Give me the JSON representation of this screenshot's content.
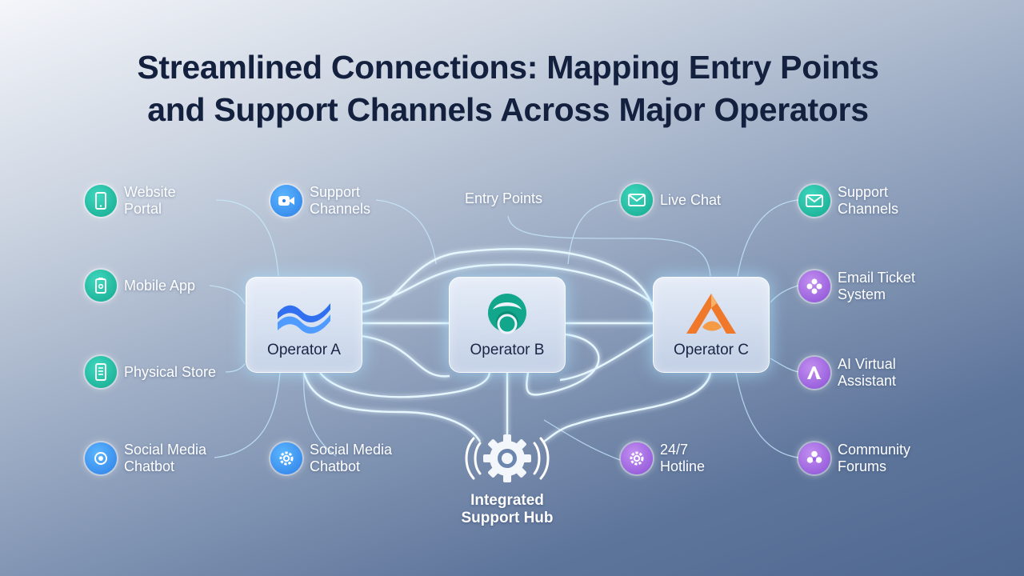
{
  "title": {
    "line1": "Streamlined Connections: Mapping Entry Points",
    "line2": "and Support Channels Across Major Operators"
  },
  "nodes": {
    "website_portal": {
      "line1": "Website",
      "line2": "Portal",
      "icon": "smartphone-icon",
      "color": "#1fb89e"
    },
    "mobile_app": {
      "line1": "Mobile App",
      "icon": "mobile-app-icon",
      "color": "#1fb89e"
    },
    "physical_store": {
      "line1": "Physical Store",
      "icon": "store-terminal-icon",
      "color": "#1fb89e"
    },
    "social_chatbot_left": {
      "line1": "Social Media",
      "line2": "Chatbot",
      "icon": "camera-icon",
      "color": "#3b8ff0"
    },
    "support_channels_left": {
      "line1": "Support",
      "line2": "Channels",
      "icon": "video-chat-icon",
      "color": "#3b8ff0"
    },
    "social_chatbot_center": {
      "line1": "Social Media",
      "line2": "Chatbot",
      "icon": "gear-icon",
      "color": "#3b8ff0"
    },
    "entry_points": {
      "label": "Entry Points"
    },
    "live_chat": {
      "line1": "Live Chat",
      "icon": "envelope-icon",
      "color": "#1fb89e"
    },
    "hotline": {
      "line1": "24/7",
      "line2": "Hotline",
      "icon": "gear-icon",
      "color": "#9a5fe0"
    },
    "support_channels_right": {
      "line1": "Support",
      "line2": "Channels",
      "icon": "envelope-icon",
      "color": "#1fb89e"
    },
    "email_ticket": {
      "line1": "Email Ticket",
      "line2": "System",
      "icon": "ticket-icon",
      "color": "#9a5fe0"
    },
    "ai_assistant": {
      "line1": "AI Virtual",
      "line2": "Assistant",
      "icon": "ai-assistant-icon",
      "color": "#9a5fe0"
    },
    "community_forums": {
      "line1": "Community",
      "line2": "Forums",
      "icon": "forum-icon",
      "color": "#9a5fe0"
    }
  },
  "operators": [
    {
      "name": "Operator A",
      "logo": "wave-logo-icon",
      "color": "#2f6ff0"
    },
    {
      "name": "Operator B",
      "logo": "circle-person-logo-icon",
      "color": "#12a78c"
    },
    {
      "name": "Operator C",
      "logo": "triangle-logo-icon",
      "color": "#f0782a"
    }
  ],
  "hub": {
    "line1": "Integrated",
    "line2": "Support Hub",
    "icon": "gear-broadcast-icon"
  }
}
